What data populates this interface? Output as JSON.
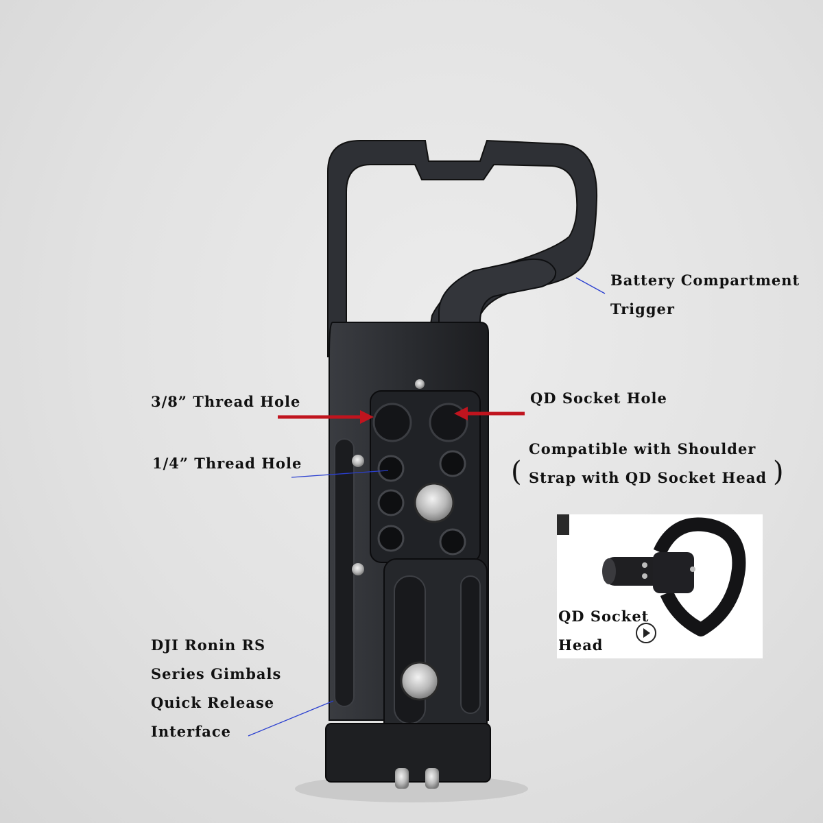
{
  "labels": {
    "battery_line1": "Battery Compartment",
    "battery_line2": "Trigger",
    "thread_38": "3/8” Thread Hole",
    "qd_socket_hole": "QD Socket Hole",
    "thread_14": "1/4” Thread Hole",
    "compatible_line1": "Compatible with Shoulder",
    "compatible_line2": "Strap with QD Socket Head",
    "paren_open": "(",
    "paren_close": ")",
    "qd_head_line1": "QD Socket",
    "qd_head_line2": "Head",
    "dji_line1": "DJI Ronin RS",
    "dji_line2": "Series Gimbals",
    "dji_line3": "Quick Release",
    "dji_line4": "Interface"
  },
  "colors": {
    "arrow": "#c0141e",
    "leader": "#2a3fd0",
    "metal": "#26282c",
    "hole": "#0e0f11"
  },
  "icons": {
    "play": "chevron-right-circle-icon"
  }
}
